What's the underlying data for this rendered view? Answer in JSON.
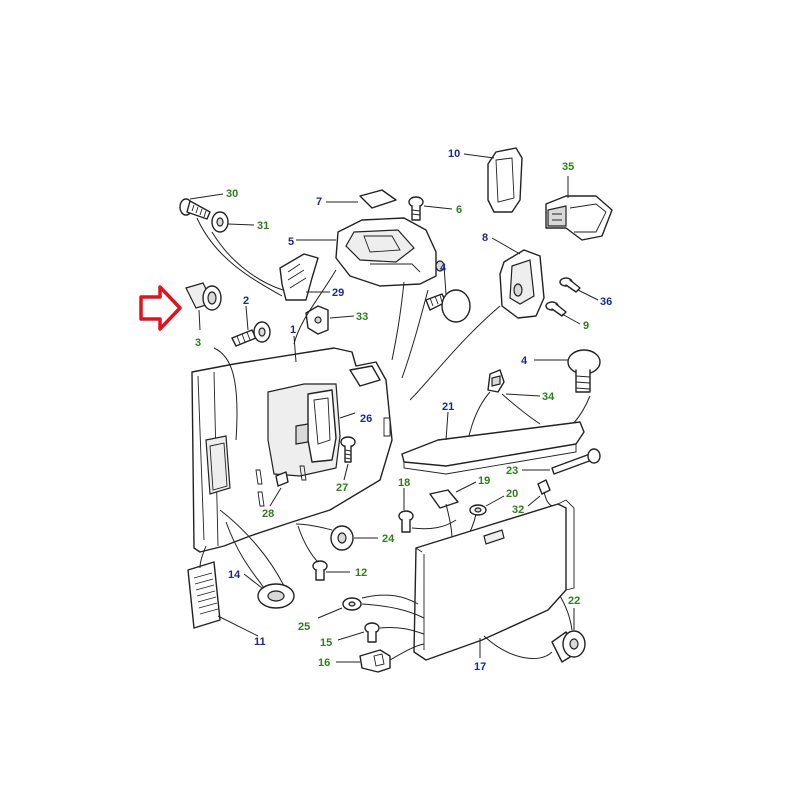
{
  "callouts": [
    {
      "id": "c1",
      "text": "1",
      "color": "blue"
    },
    {
      "id": "c2",
      "text": "2",
      "color": "blue"
    },
    {
      "id": "c3",
      "text": "3",
      "color": "green"
    },
    {
      "id": "c4a",
      "text": "4",
      "color": "blue"
    },
    {
      "id": "c4b",
      "text": "4",
      "color": "blue"
    },
    {
      "id": "c5",
      "text": "5",
      "color": "blue"
    },
    {
      "id": "c6",
      "text": "6",
      "color": "green"
    },
    {
      "id": "c7",
      "text": "7",
      "color": "blue"
    },
    {
      "id": "c8",
      "text": "8",
      "color": "blue"
    },
    {
      "id": "c9",
      "text": "9",
      "color": "green"
    },
    {
      "id": "c10",
      "text": "10",
      "color": "blue"
    },
    {
      "id": "c11",
      "text": "11",
      "color": "blue"
    },
    {
      "id": "c12",
      "text": "12",
      "color": "green"
    },
    {
      "id": "c14",
      "text": "14",
      "color": "blue"
    },
    {
      "id": "c15",
      "text": "15",
      "color": "green"
    },
    {
      "id": "c16",
      "text": "16",
      "color": "green"
    },
    {
      "id": "c17",
      "text": "17",
      "color": "blue"
    },
    {
      "id": "c18",
      "text": "18",
      "color": "green"
    },
    {
      "id": "c19",
      "text": "19",
      "color": "green"
    },
    {
      "id": "c20",
      "text": "20",
      "color": "green"
    },
    {
      "id": "c21",
      "text": "21",
      "color": "blue"
    },
    {
      "id": "c22",
      "text": "22",
      "color": "green"
    },
    {
      "id": "c23",
      "text": "23",
      "color": "green"
    },
    {
      "id": "c24",
      "text": "24",
      "color": "green"
    },
    {
      "id": "c25",
      "text": "25",
      "color": "green"
    },
    {
      "id": "c26",
      "text": "26",
      "color": "blue"
    },
    {
      "id": "c27",
      "text": "27",
      "color": "green"
    },
    {
      "id": "c28",
      "text": "28",
      "color": "green"
    },
    {
      "id": "c29",
      "text": "29",
      "color": "blue"
    },
    {
      "id": "c30",
      "text": "30",
      "color": "green"
    },
    {
      "id": "c31",
      "text": "31",
      "color": "green"
    },
    {
      "id": "c32",
      "text": "32",
      "color": "green"
    },
    {
      "id": "c33",
      "text": "33",
      "color": "green"
    },
    {
      "id": "c34",
      "text": "34",
      "color": "green"
    },
    {
      "id": "c35",
      "text": "35",
      "color": "green"
    },
    {
      "id": "c36",
      "text": "36",
      "color": "blue"
    }
  ],
  "colors": {
    "blue_label": "#1a2a8c",
    "green_label": "#2f7d1f",
    "highlight_arrow": "#e0141e"
  },
  "highlight": {
    "icon": "arrow-right-icon",
    "target_callout": "3"
  }
}
